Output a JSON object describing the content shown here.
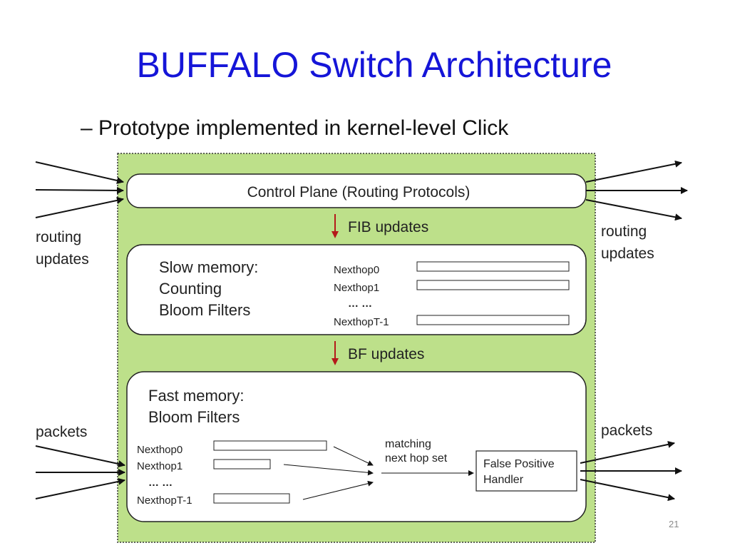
{
  "slide": {
    "title": "BUFFALO Switch Architecture",
    "subtitle": "– Prototype implemented in kernel-level Click",
    "page_number": "21"
  },
  "diagram": {
    "control_plane": "Control Plane (Routing Protocols)",
    "fib_updates": "FIB updates",
    "bf_updates": "BF updates",
    "routing_updates_left": [
      "routing",
      "updates"
    ],
    "routing_updates_right": [
      "routing",
      "updates"
    ],
    "packets_left": "packets",
    "packets_right": "packets",
    "slow_memory": {
      "lines": [
        "Slow memory:",
        "Counting",
        "Bloom Filters"
      ],
      "nexthops": [
        "Nexthop0",
        "Nexthop1",
        "… …",
        "NexthopT-1"
      ]
    },
    "fast_memory": {
      "lines": [
        "Fast memory:",
        "Bloom Filters"
      ],
      "nexthops": [
        "Nexthop0",
        "Nexthop1",
        "… …",
        "NexthopT-1"
      ]
    },
    "matching": [
      "matching",
      "next hop set"
    ],
    "fp_handler": [
      "False Positive",
      "Handler"
    ],
    "colors": {
      "switch_bg": "#bde08a",
      "title_blue": "#1515d8",
      "arrow_red": "#b41a1a"
    }
  }
}
